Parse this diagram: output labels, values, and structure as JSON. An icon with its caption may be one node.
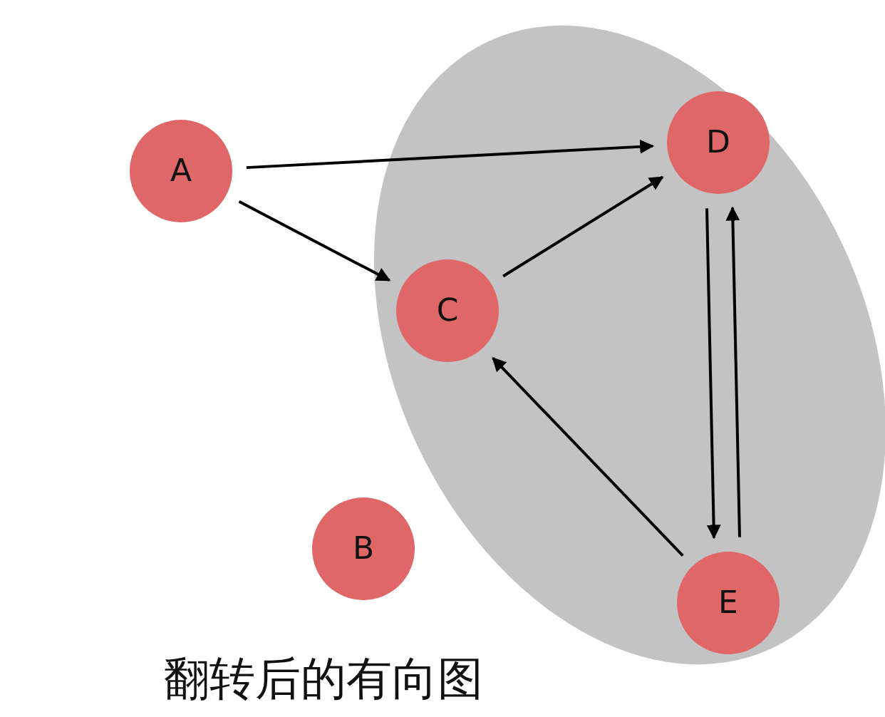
{
  "diagram": {
    "caption": "翻转后的有向图",
    "nodes": [
      {
        "text": [
          "A"
        ]
      },
      {
        "text": [],
        "shape": "ellipse"
      },
      {
        "text": [
          "D"
        ],
        "in": 1
      },
      {
        "text": [
          "C"
        ],
        "in": 1
      },
      {
        "text": [
          "B"
        ]
      },
      {
        "text": [
          "E"
        ],
        "in": 1
      }
    ],
    "edges": [
      {
        "from": 0,
        "to": 2,
        "arrow": "to"
      },
      {
        "from": 0,
        "to": 3,
        "arrow": "to"
      },
      {
        "from": 3,
        "to": 2,
        "arrow": "to"
      },
      {
        "from": 5,
        "to": 3,
        "arrow": "to"
      },
      {
        "from": 5,
        "to": 2,
        "arrow": "to"
      },
      {
        "from": 2,
        "to": 5,
        "arrow": "to"
      }
    ]
  }
}
